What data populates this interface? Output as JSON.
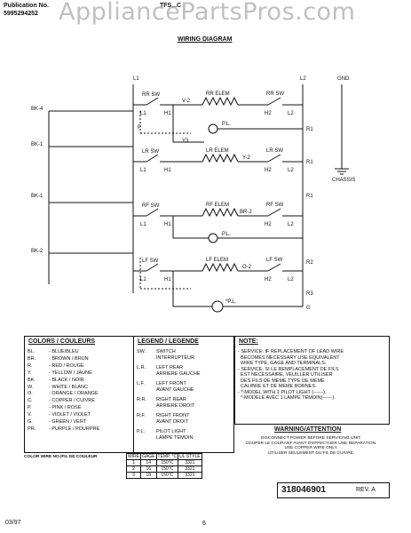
{
  "header": {
    "publication_label": "Publication No.",
    "publication_number": "5995294252",
    "model": "TFS...C",
    "title": "WIRING DIAGRAM",
    "watermark": "AppliancePartsPros.com"
  },
  "diagram": {
    "bus_left": "L1",
    "bus_right": "L2",
    "ground": "GND",
    "chassis": "CHASSIS",
    "rows": [
      {
        "wire": "BK-4",
        "switch": "RR SW",
        "element": "RR ELEM",
        "wire_mid": "V-2",
        "switch2": "RR SW",
        "term_left": [
          "L1",
          "H1"
        ],
        "term_right": [
          "H2",
          "L2"
        ],
        "out": "R1",
        "light": "P.L."
      },
      {
        "wire": "BK-1",
        "switch": "LR SW",
        "element": "LR ELEM",
        "wire_mid": "Y-2",
        "switch2": "LR SW",
        "term_left": [
          "L1",
          "H1"
        ],
        "term_right": [
          "H2",
          "L2"
        ],
        "out": "R1"
      },
      {
        "wire": "BK-1",
        "switch": "RF SW",
        "element": "RF ELEM",
        "wire_mid": "BR-2",
        "switch2": "RF SW",
        "term_left": [
          "L1",
          "H1"
        ],
        "term_right": [
          "H2",
          "L2"
        ],
        "out": "R1",
        "light": "P.L."
      },
      {
        "wire": "BK-2",
        "switch": "LF SW",
        "element": "LF ELEM",
        "wire_mid": "O-2",
        "switch2": "LF SW",
        "term_left": [
          "L1",
          "H1"
        ],
        "term_right": [
          "H2",
          "L2"
        ],
        "out": "R2",
        "light": "*P.L."
      }
    ],
    "labels_misc": [
      "P",
      "Y3",
      "R3",
      "G"
    ]
  },
  "colors_box": {
    "title": "COLORS / COULEURS",
    "items": [
      [
        "BL.",
        "- BLUE/BLEU"
      ],
      [
        "BR.",
        "- BROWN / BRUN"
      ],
      [
        "R.",
        "- RED / ROUGE"
      ],
      [
        "Y.",
        "- YELLOW / JAUNE"
      ],
      [
        "BK.",
        "- BLACK / NOIR"
      ],
      [
        "W.",
        "- WHITE / BLANC"
      ],
      [
        "O.",
        "- ORANGE / ORANGE"
      ],
      [
        "C.",
        "- COPPER / CUIVRE"
      ],
      [
        "P.",
        "- PINK / ROSE"
      ],
      [
        "V.",
        "- VIOLET / VIOLET"
      ],
      [
        "G.",
        "- GREEN / VERT"
      ],
      [
        "PR.",
        "- PURPLE / POURPRE"
      ]
    ]
  },
  "legend_box": {
    "title": "LEGEND / LEGENDE",
    "items": [
      [
        "SW.",
        "SWITCH\nINTERRUPTEUR"
      ],
      [
        "L.R.",
        "LEFT REAR\nARRIERE GAUCHE"
      ],
      [
        "L.F.",
        "LEFT FRONT\nAVANT GAUCHE"
      ],
      [
        "R.R.",
        "RIGHT REAR\nARRIERE DROIT"
      ],
      [
        "R.F.",
        "RIGHT FRONT\nAVANT DROIT"
      ],
      [
        "P.L.",
        "PILOT LIGHT\nLAMPE TEMOIN"
      ]
    ]
  },
  "note_box": {
    "title": "NOTE:",
    "lines": [
      "- SERVICE: IF REPLACEMENT OF LEAD WIRE",
      "  BECOMES NECESSARY USE EQUIVALENT",
      "  WIRE TYPE, GAGE AND TERMINALS.",
      "- SERVICE: SI LE REMPLACEMENT DE FILS",
      "  EST NECESSAIRE, VEUILLER UTILISER",
      "  DES FILS DE MEME TYPE DE MEME",
      "  CALIBRE ET DE MEME BORNES.",
      "- *-MODEL WITH 1 PILOT LIGHT (------).",
      "  *-MODELE AVEC 1 LAMPE TEMOIN(------)."
    ]
  },
  "wire_table": {
    "caption": "COLOR WIRE NO./FIL DE COULEUR",
    "headers": [
      "WIRE",
      "GAGE",
      "TEMP. °C",
      "UL STYLE"
    ],
    "rows": [
      [
        "1",
        "14",
        "150°C",
        "3321"
      ],
      [
        "2",
        "16",
        "150°C",
        "3321"
      ],
      [
        "3",
        "18",
        "150°C",
        "3321"
      ]
    ]
  },
  "warning": {
    "title": "WARNING/ATTENTION",
    "lines": [
      "DISCONNECT POWER BEFORE SERVICING UNIT.",
      "COUPER LE COURANT AVANT D'EFFECTUER UNE REPARATION.",
      "USE COPPER WIRE ONLY.",
      "UTILISER SEULEMENT DU FIL DE CUIVRE."
    ]
  },
  "footer": {
    "part_number": "318046901",
    "revision": "REV. A",
    "date": "03/97",
    "page": "6"
  }
}
